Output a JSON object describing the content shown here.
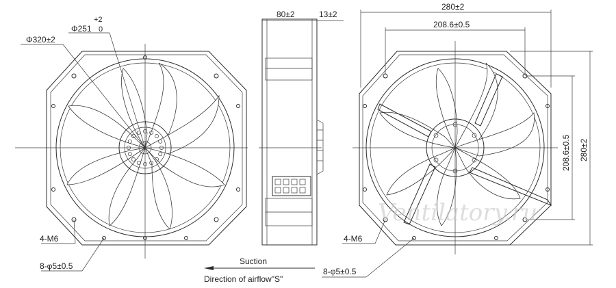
{
  "front_view": {
    "dim_phi320": "Φ320±2",
    "dim_phi251": "Φ251",
    "dim_phi251_tol_upper": "+2",
    "dim_phi251_tol_lower": "0",
    "label_m6": "4-M6",
    "label_holes": "8-φ5±0.5"
  },
  "side_view": {
    "dim_depth": "80±2",
    "dim_flange": "13±2"
  },
  "rear_view": {
    "dim_width": "280±2",
    "dim_hole_spacing_h": "208.6±0.5",
    "dim_hole_spacing_v": "208.6±0.5",
    "dim_height": "280±2",
    "label_m6": "4-M6",
    "label_holes": "8-φ5±0.5",
    "watermark": "Ventilatory.ru"
  },
  "airflow": {
    "suction_label": "Suction",
    "direction_label": "Direction of airflow\"S\""
  }
}
